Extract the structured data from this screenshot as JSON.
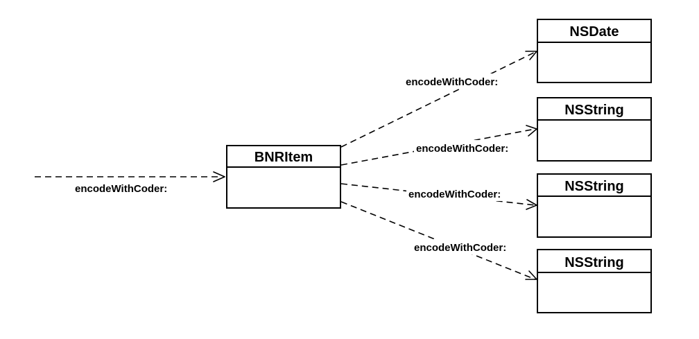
{
  "diagram": {
    "entry_message": {
      "label": "encodeWithCoder:"
    },
    "center_box": {
      "title": "BNRItem"
    },
    "children": [
      {
        "title": "NSDate",
        "message": "encodeWithCoder:"
      },
      {
        "title": "NSString",
        "message": "encodeWithCoder:"
      },
      {
        "title": "NSString",
        "message": "encodeWithCoder:"
      },
      {
        "title": "NSString",
        "message": "encodeWithCoder:"
      }
    ]
  },
  "colors": {
    "stroke": "#000000",
    "background": "#ffffff"
  }
}
